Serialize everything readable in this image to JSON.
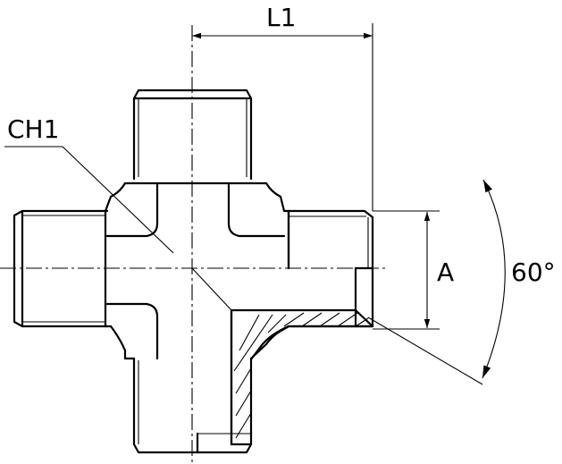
{
  "drawing": {
    "labels": {
      "length": "L1",
      "wrench_size": "CH1",
      "thread_diameter": "A",
      "angle": "60°"
    }
  }
}
